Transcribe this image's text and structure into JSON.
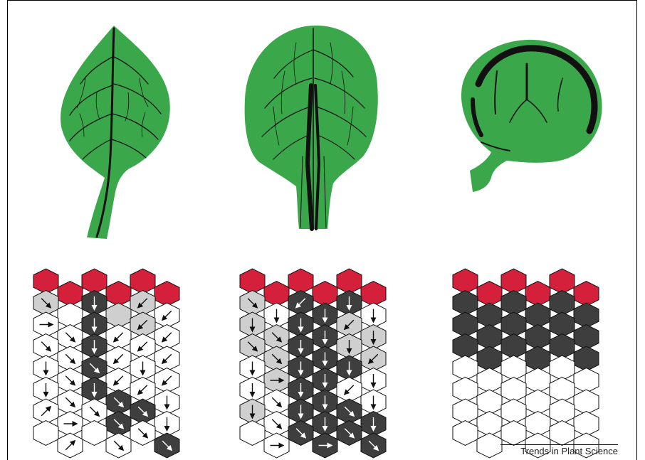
{
  "credit": "Trends in Plant Science",
  "colors": {
    "leaf": "#3aa84a",
    "vein": "#111111",
    "red": "#d4203a",
    "dark": "#3e3e3e",
    "light": "#cfcfcf",
    "white": "#ffffff",
    "stroke": "#111111"
  },
  "grids": [
    {
      "rows": [
        [
          "R",
          "R",
          "R",
          "R",
          "R",
          "R"
        ],
        [
          "L",
          "W",
          "D",
          "L",
          "L",
          "W"
        ],
        [
          "W",
          "W",
          "D",
          "W",
          "L",
          "W"
        ],
        [
          "W",
          "W",
          "D",
          "W",
          "W",
          "W"
        ],
        [
          "W",
          "W",
          "D",
          "W",
          "W",
          "W"
        ],
        [
          "W",
          "W",
          "D",
          "D",
          "W",
          "W"
        ],
        [
          "W",
          "W",
          "W",
          "D",
          "D",
          "W"
        ],
        [
          "W",
          "W",
          "W",
          "W",
          "W",
          "D"
        ]
      ],
      "arrows": [
        [
          null,
          null,
          null,
          null,
          null,
          null
        ],
        [
          "se",
          null,
          "s",
          null,
          "sw",
          "sw"
        ],
        [
          "e",
          "se",
          "s",
          "sw",
          "sw",
          "sw"
        ],
        [
          "se",
          "se",
          "s",
          "sw",
          "sw",
          "sw"
        ],
        [
          "s",
          "se",
          "se",
          "sw",
          "s",
          "sw"
        ],
        [
          "s",
          "se",
          "s",
          "se",
          "sw",
          "s"
        ],
        [
          "ne",
          "e",
          "se",
          "se",
          "se",
          "s"
        ],
        [
          null,
          "ne",
          null,
          "se",
          "se",
          "se"
        ]
      ]
    },
    {
      "rows": [
        [
          "R",
          "R",
          "R",
          "R",
          "R",
          "R"
        ],
        [
          "L",
          "W",
          "D",
          "D",
          "D",
          "W"
        ],
        [
          "L",
          "L",
          "D",
          "D",
          "L",
          "L"
        ],
        [
          "L",
          "L",
          "D",
          "D",
          "L",
          "L"
        ],
        [
          "W",
          "L",
          "D",
          "D",
          "D",
          "W"
        ],
        [
          "W",
          "W",
          "D",
          "D",
          "W",
          "W"
        ],
        [
          "L",
          "W",
          "D",
          "D",
          "D",
          "D"
        ],
        [
          "W",
          "W",
          "D",
          "D",
          "D",
          "D"
        ]
      ],
      "arrows": [
        [
          null,
          null,
          null,
          null,
          null,
          null
        ],
        [
          "se",
          "s",
          "sw",
          "s",
          "s",
          "s"
        ],
        [
          "s",
          "se",
          "s",
          "s",
          "sw",
          "s"
        ],
        [
          "se",
          "se",
          "s",
          "s",
          "s",
          "sw"
        ],
        [
          "s",
          "e",
          "s",
          "s",
          "s",
          "s"
        ],
        [
          "s",
          "se",
          "s",
          "s",
          "sw",
          "s"
        ],
        [
          "s",
          "se",
          "s",
          "s",
          "se",
          "s"
        ],
        [
          null,
          "e",
          "se",
          "e",
          "se",
          "se"
        ]
      ]
    },
    {
      "rows": [
        [
          "R",
          "R",
          "R",
          "R",
          "R",
          "R"
        ],
        [
          "D",
          "D",
          "D",
          "D",
          "D",
          "D"
        ],
        [
          "D",
          "D",
          "D",
          "D",
          "D",
          "D"
        ],
        [
          "D",
          "D",
          "D",
          "D",
          "D",
          "D"
        ],
        [
          "W",
          "W",
          "W",
          "W",
          "W",
          "W"
        ],
        [
          "W",
          "W",
          "W",
          "W",
          "W",
          "W"
        ],
        [
          "W",
          "W",
          "W",
          "W",
          "W",
          "W"
        ],
        [
          "W",
          "W",
          "W",
          "W",
          "W",
          "W"
        ]
      ],
      "arrows": []
    }
  ]
}
